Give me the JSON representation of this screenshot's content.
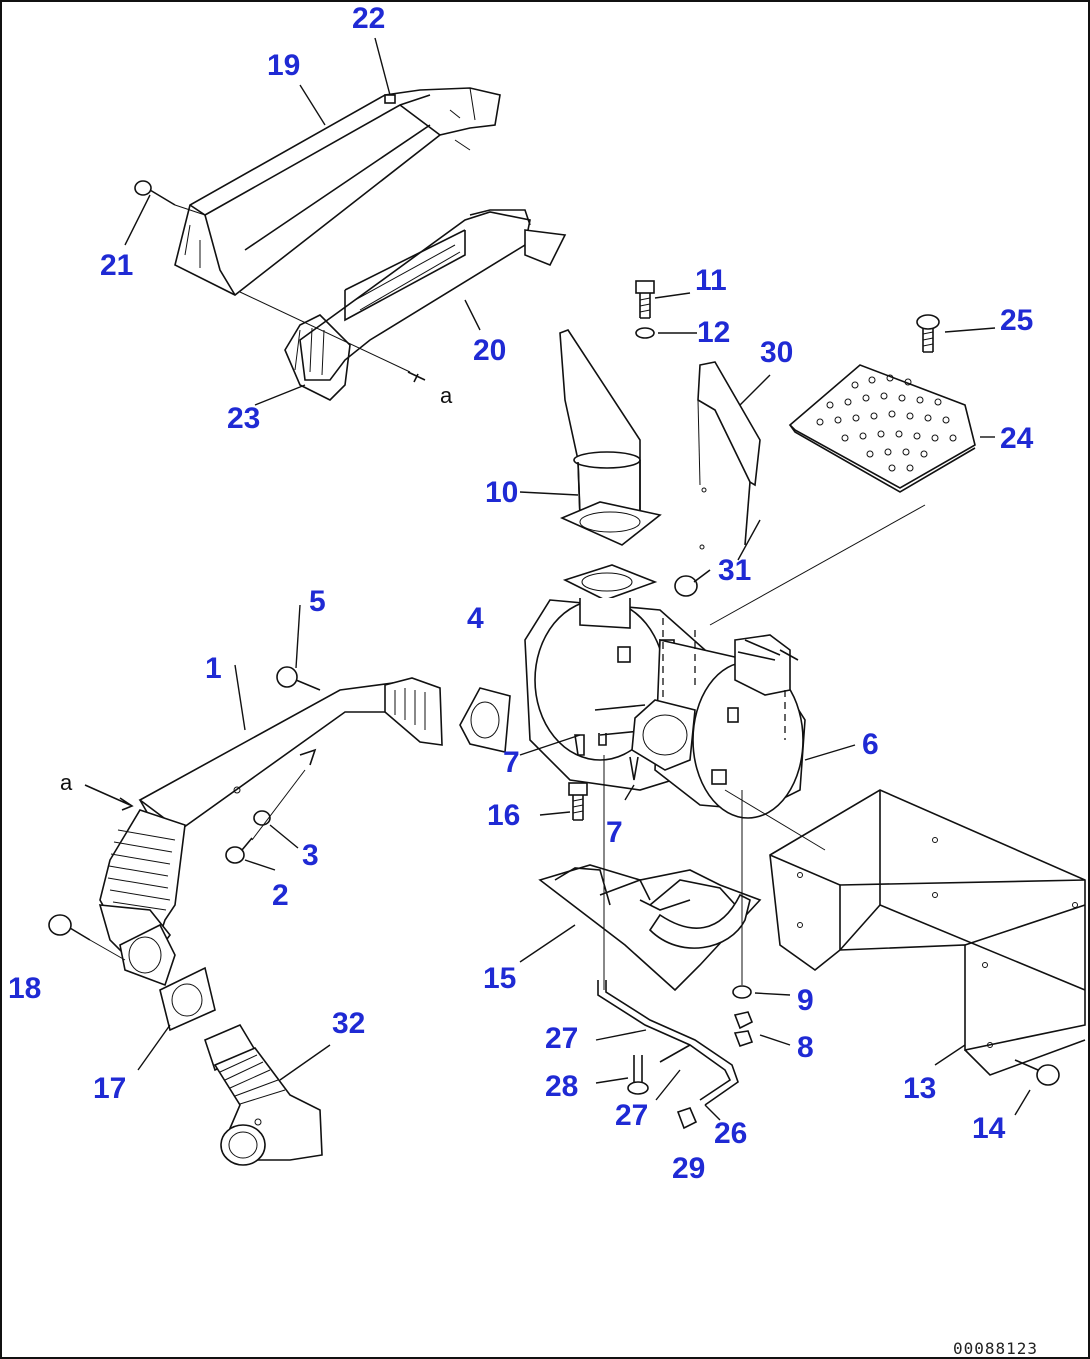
{
  "labels": {
    "p1": "1",
    "p2": "2",
    "p3": "3",
    "p4": "4",
    "p5": "5",
    "p6": "6",
    "p7a": "7",
    "p7b": "7",
    "p8": "8",
    "p9": "9",
    "p10": "10",
    "p11": "11",
    "p12": "12",
    "p13": "13",
    "p14": "14",
    "p15": "15",
    "p16": "16",
    "p17": "17",
    "p18": "18",
    "p19": "19",
    "p20": "20",
    "p21": "21",
    "p22": "22",
    "p23": "23",
    "p24": "24",
    "p25": "25",
    "p26": "26",
    "p27a": "27",
    "p27b": "27",
    "p28": "28",
    "p29": "29",
    "p30": "30",
    "p31": "31",
    "p32": "32"
  },
  "annotations": {
    "connect_a_top": "a",
    "connect_a_left": "a"
  },
  "reference_id": "00088123",
  "colors": {
    "label": "#1f2ad4",
    "line": "#111111",
    "background": "#ffffff"
  }
}
